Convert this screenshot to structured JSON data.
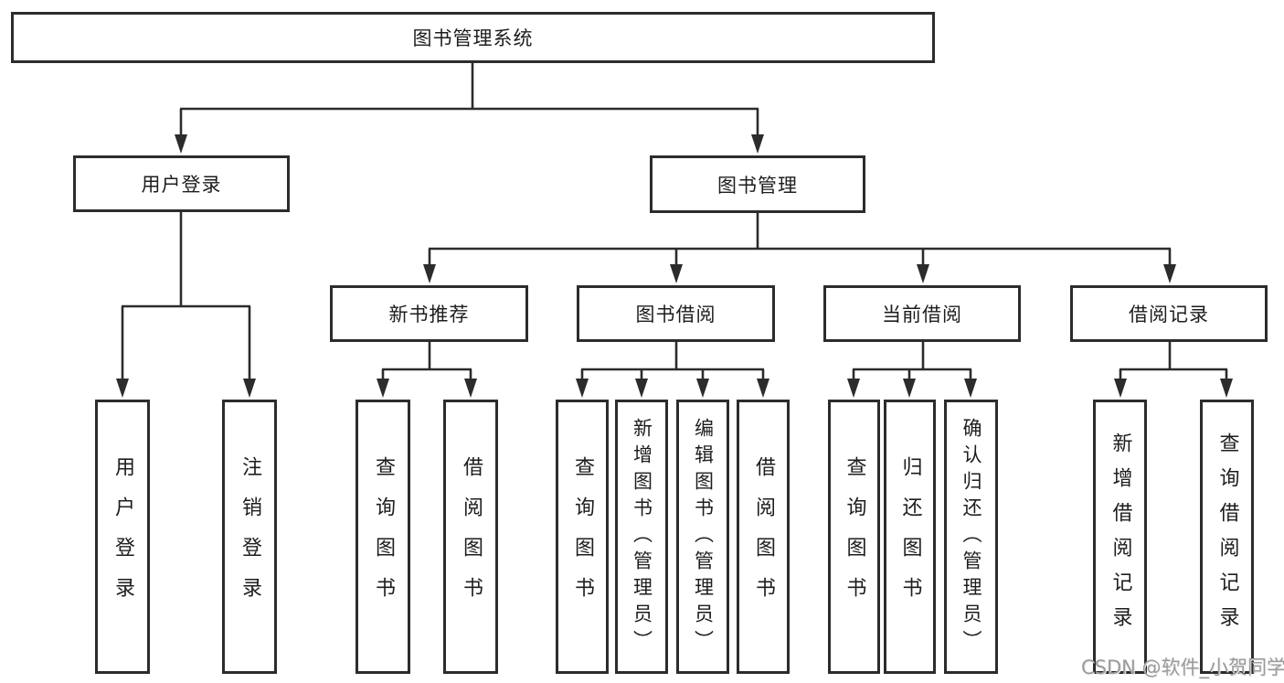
{
  "diagram_title": "图书管理系统",
  "nodes": {
    "root": "图书管理系统",
    "user_login": "用户登录",
    "book_mgmt": "图书管理",
    "new_book_rec": "新书推荐",
    "book_borrow": "图书借阅",
    "current_borrow": "当前借阅",
    "borrow_record": "借阅记录",
    "leaf_user_login": "用户登录",
    "leaf_logout": "注销登录",
    "leaf_query_book_a": "查询图书",
    "leaf_borrow_book_a": "借阅图书",
    "leaf_query_book_b": "查询图书",
    "leaf_add_book_admin": "新增图书（管理员）",
    "leaf_edit_book_admin": "编辑图书（管理员）",
    "leaf_borrow_book_b": "借阅图书",
    "leaf_query_book_c": "查询图书",
    "leaf_return_book": "归还图书",
    "leaf_confirm_return_admin": "确认归还（管理员）",
    "leaf_add_borrow_record": "新增借阅记录",
    "leaf_query_borrow_record": "查询借阅记录"
  },
  "watermark": "CSDN @软件_小贺同学",
  "colors": {
    "line": "#2c2c2c",
    "text": "#1d1d1d",
    "watermark": "#9b9b9b",
    "background": "#ffffff"
  }
}
